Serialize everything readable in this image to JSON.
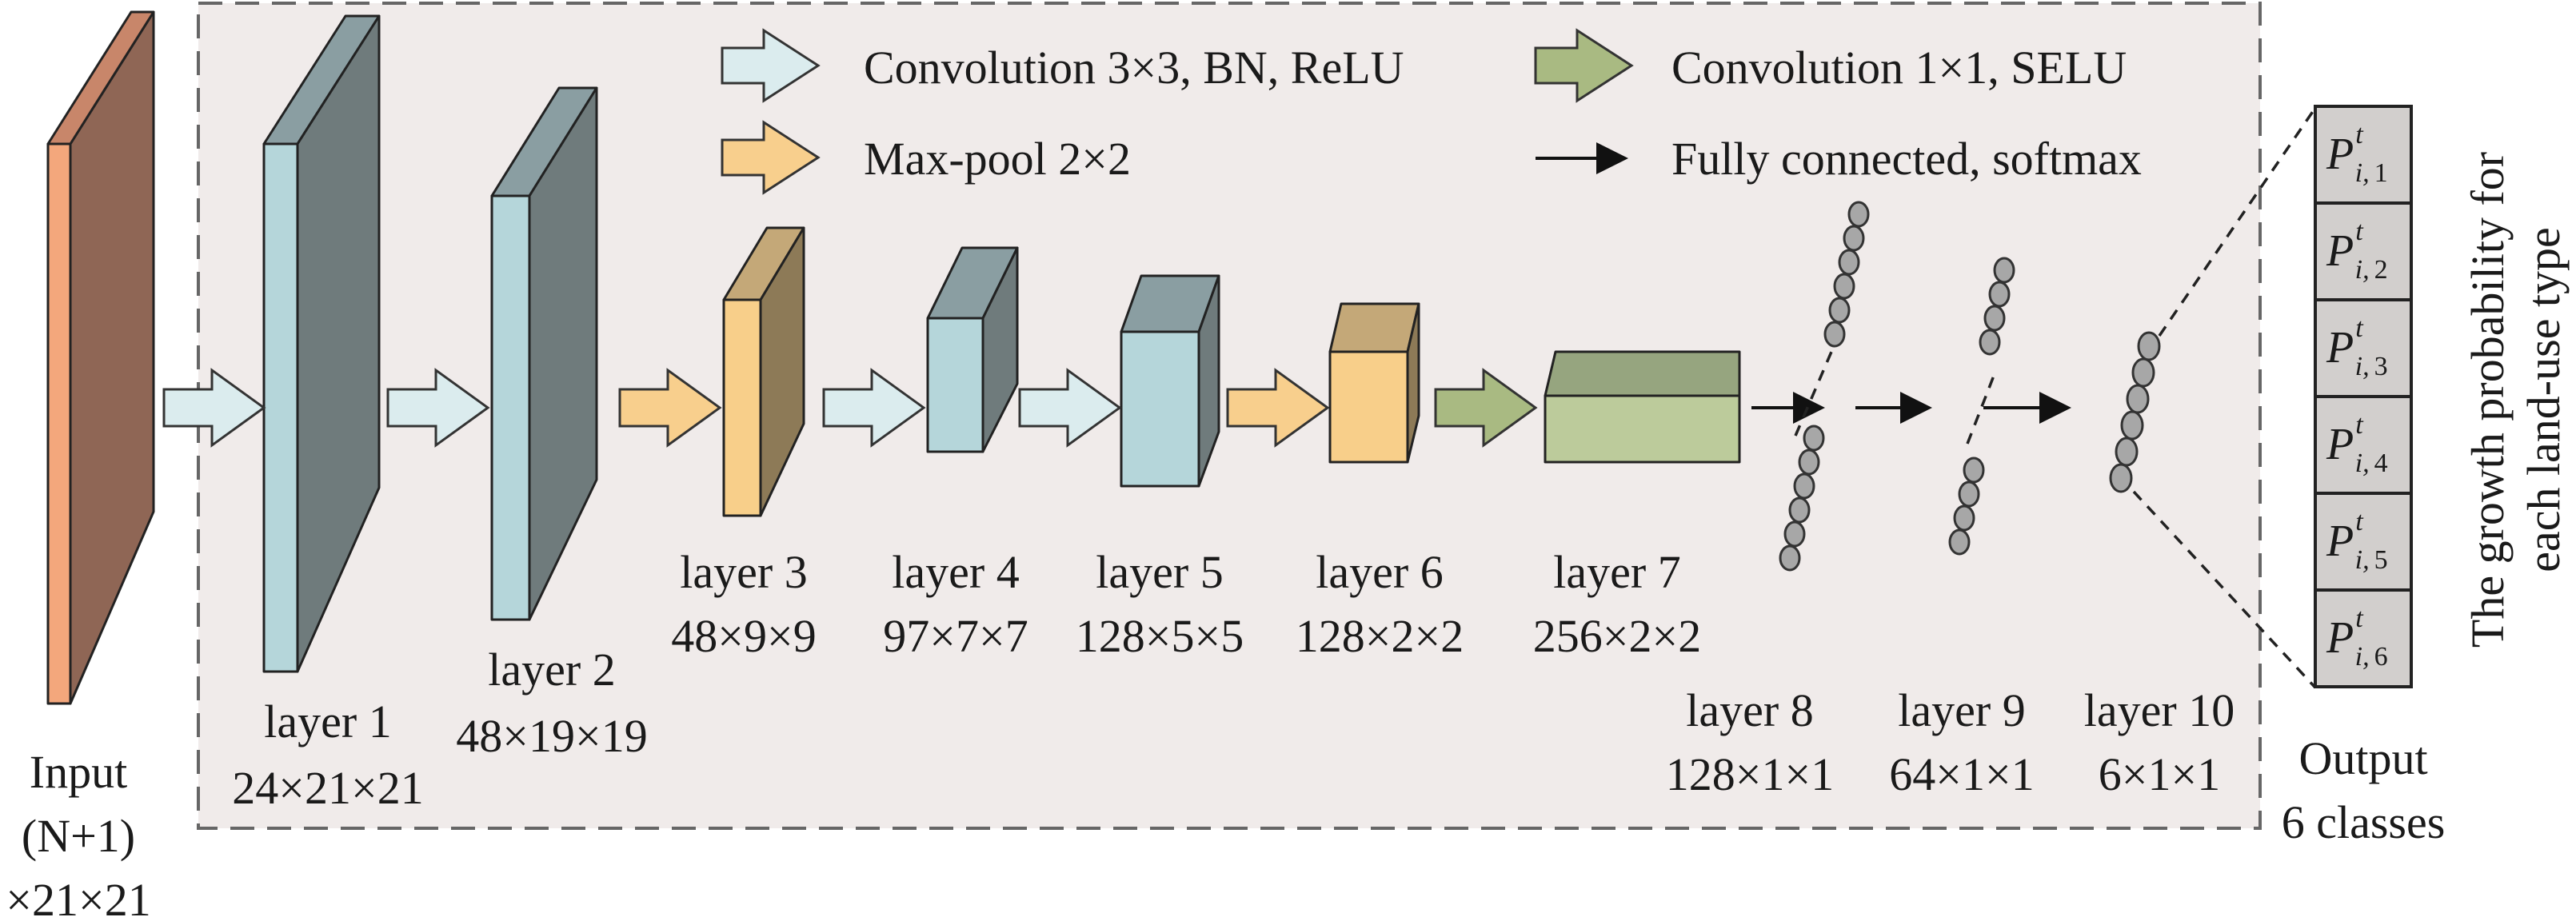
{
  "legend": {
    "conv3": "Convolution 3×3, BN, ReLU",
    "conv1": "Convolution 1×1, SELU",
    "maxpool": "Max-pool 2×2",
    "fc": "Fully connected, softmax"
  },
  "input": {
    "line1": "Input",
    "line2": "(N+1)",
    "line3": "×21×21"
  },
  "layers": [
    {
      "name": "layer 1",
      "dims": "24×21×21"
    },
    {
      "name": "layer 2",
      "dims": "48×19×19"
    },
    {
      "name": "layer 3",
      "dims": "48×9×9"
    },
    {
      "name": "layer 4",
      "dims": "97×7×7"
    },
    {
      "name": "layer 5",
      "dims": "128×5×5"
    },
    {
      "name": "layer 6",
      "dims": "128×2×2"
    },
    {
      "name": "layer 7",
      "dims": "256×2×2"
    },
    {
      "name": "layer 8",
      "dims": "128×1×1"
    },
    {
      "name": "layer 9",
      "dims": "64×1×1"
    },
    {
      "name": "layer 10",
      "dims": "6×1×1"
    }
  ],
  "output": {
    "line1": "Output",
    "line2": "6 classes",
    "prob_symbol": "P",
    "prob_sub": "i,",
    "prob_sup": "t",
    "classes": [
      "1",
      "2",
      "3",
      "4",
      "5",
      "6"
    ]
  },
  "side_label": {
    "line1": "The growth probability for",
    "line2": "each land-use type"
  },
  "colors": {
    "panel": "#f0ebea",
    "conv3_arrow": "#dbecee",
    "maxpool_arrow": "#f8cf8d",
    "conv1_arrow": "#a9ba82",
    "input_front": "#f3a77c",
    "input_side": "#8f6655",
    "blue_front": "#b5d6da",
    "blue_side": "#6f7b7c",
    "blue_top": "#8a9ea2",
    "orange_front": "#f8cf8a",
    "orange_side": "#8d7a57",
    "orange_top": "#c4a878",
    "green_front": "#bccb9b",
    "green_top": "#96a57f",
    "node": "#a7a7a7",
    "output_cell": "#d2cfcd"
  }
}
